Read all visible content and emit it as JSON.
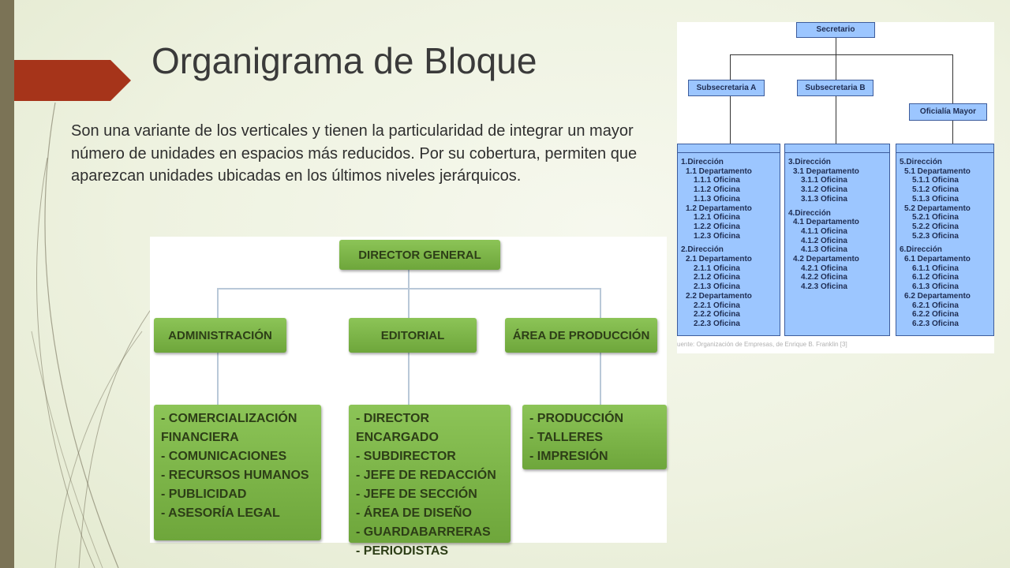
{
  "slide": {
    "title": "Organigrama de Bloque",
    "body": "Son una variante de los verticales y tienen la particularidad de integrar un mayor número de unidades en espacios más reducidos. Por su cobertura, permiten que aparezcan unidades ubicadas en los últimos niveles jerárquicos.",
    "accent_color": "#a6341a",
    "sidebar_color": "#7b7356"
  },
  "right_chart": {
    "top": "Secretario",
    "sub_a": "Subsecretaria A",
    "sub_b": "Subsecretaria B",
    "oficialia": "Oficialía Mayor",
    "columns": [
      {
        "items": [
          {
            "lvl": 1,
            "t": "1.Dirección"
          },
          {
            "lvl": 2,
            "t": "1.1 Departamento"
          },
          {
            "lvl": 3,
            "t": "1.1.1 Oficina"
          },
          {
            "lvl": 3,
            "t": "1.1.2 Oficina"
          },
          {
            "lvl": 3,
            "t": "1.1.3 Oficina"
          },
          {
            "lvl": 2,
            "t": "1.2 Departamento"
          },
          {
            "lvl": 3,
            "t": "1.2.1 Oficina"
          },
          {
            "lvl": 3,
            "t": "1.2.2 Oficina"
          },
          {
            "lvl": 3,
            "t": "1.2.3 Oficina"
          },
          {
            "lvl": 1,
            "t": "2.Dirección"
          },
          {
            "lvl": 2,
            "t": "2.1 Departamento"
          },
          {
            "lvl": 3,
            "t": "2.1.1 Oficina"
          },
          {
            "lvl": 3,
            "t": "2.1.2 Oficina"
          },
          {
            "lvl": 3,
            "t": "2.1.3 Oficina"
          },
          {
            "lvl": 2,
            "t": "2.2 Departamento"
          },
          {
            "lvl": 3,
            "t": "2.2.1 Oficina"
          },
          {
            "lvl": 3,
            "t": "2.2.2 Oficina"
          },
          {
            "lvl": 3,
            "t": "2.2.3 Oficina"
          }
        ]
      },
      {
        "items": [
          {
            "lvl": 1,
            "t": "3.Dirección"
          },
          {
            "lvl": 2,
            "t": "3.1 Departamento"
          },
          {
            "lvl": 3,
            "t": "3.1.1 Oficina"
          },
          {
            "lvl": 3,
            "t": "3.1.2 Oficina"
          },
          {
            "lvl": 3,
            "t": "3.1.3 Oficina"
          },
          {
            "lvl": 1,
            "t": "4.Dirección"
          },
          {
            "lvl": 2,
            "t": "4.1 Departamento"
          },
          {
            "lvl": 3,
            "t": "4.1.1 Oficina"
          },
          {
            "lvl": 3,
            "t": "4.1.2 Oficina"
          },
          {
            "lvl": 3,
            "t": "4.1.3 Oficina"
          },
          {
            "lvl": 2,
            "t": "4.2 Departamento"
          },
          {
            "lvl": 3,
            "t": "4.2.1 Oficina"
          },
          {
            "lvl": 3,
            "t": "4.2.2 Oficina"
          },
          {
            "lvl": 3,
            "t": "4.2.3 Oficina"
          }
        ]
      },
      {
        "items": [
          {
            "lvl": 1,
            "t": "5.Dirección"
          },
          {
            "lvl": 2,
            "t": "5.1 Departamento"
          },
          {
            "lvl": 3,
            "t": "5.1.1 Oficina"
          },
          {
            "lvl": 3,
            "t": "5.1.2 Oficina"
          },
          {
            "lvl": 3,
            "t": "5.1.3 Oficina"
          },
          {
            "lvl": 2,
            "t": "5.2 Departamento"
          },
          {
            "lvl": 3,
            "t": "5.2.1 Oficina"
          },
          {
            "lvl": 3,
            "t": "5.2.2 Oficina"
          },
          {
            "lvl": 3,
            "t": "5.2.3 Oficina"
          },
          {
            "lvl": 1,
            "t": "6.Dirección"
          },
          {
            "lvl": 2,
            "t": "6.1 Departamento"
          },
          {
            "lvl": 3,
            "t": "6.1.1 Oficina"
          },
          {
            "lvl": 3,
            "t": "6.1.2 Oficina"
          },
          {
            "lvl": 3,
            "t": "6.1.3 Oficina"
          },
          {
            "lvl": 2,
            "t": "6.2 Departamento"
          },
          {
            "lvl": 3,
            "t": "6.2.1 Oficina"
          },
          {
            "lvl": 3,
            "t": "6.2.2 Oficina"
          },
          {
            "lvl": 3,
            "t": "6.2.3 Oficina"
          }
        ]
      }
    ],
    "caption": "uente: Organización de Empresas, de Enrique B. Franklin [3]"
  },
  "left_chart": {
    "director": "DIRECTOR GENERAL",
    "admin": "ADMINISTRACIÓN",
    "editorial": "EDITORIAL",
    "produccion": "ÁREA DE PRODUCCIÓN",
    "admin_items": [
      "- COMERCIALIZACIÓN",
      "FINANCIERA",
      "- COMUNICACIONES",
      "- RECURSOS HUMANOS",
      "- PUBLICIDAD",
      "- ASESORÍA LEGAL"
    ],
    "editorial_items": [
      "- DIRECTOR ENCARGADO",
      "- SUBDIRECTOR",
      "- JEFE DE REDACCIÓN",
      "- JEFE DE SECCIÓN",
      "- ÁREA DE DISEÑO",
      "- GUARDABARRERAS",
      "- PERIODISTAS"
    ],
    "produccion_items": [
      "- PRODUCCIÓN",
      "- TALLERES",
      "- IMPRESIÓN"
    ],
    "box_color": "#7db548"
  }
}
